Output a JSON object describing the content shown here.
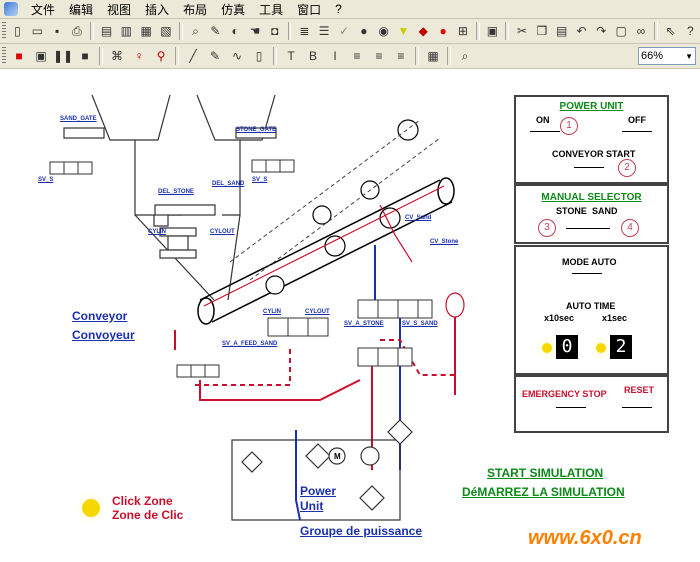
{
  "menu": [
    "文件",
    "编辑",
    "视图",
    "插入",
    "布局",
    "仿真",
    "工具",
    "窗口",
    "?"
  ],
  "toolbar": {
    "zoom": "66%"
  },
  "diagram": {
    "labels": {
      "sand_gate": "SAND_GATE",
      "stone_gate": "STONE_GATE",
      "sv_s": "SV_S",
      "sv_s2": "SV_S",
      "del_stone": "DEL_STONE",
      "del_sand": "DEL_SAND",
      "cylin": "CYLIN",
      "cylout": "CYLOUT",
      "cv_sand": "CV_Sand",
      "cv_stone": "CV_Stone",
      "sv_a_stone": "SV_A_STONE",
      "sv_s_sand": "SV_S_SAND",
      "sv_a_feed": "SV_A_FEED_SAND",
      "cylin2": "CYLIN",
      "cylout2": "CYLOUT"
    },
    "conveyor_en": "Conveyor",
    "conveyor_fr": "Convoyeur",
    "power_unit": [
      "Power",
      "Unit"
    ],
    "groupe": "Groupe de puissance",
    "click_zone_en": "Click Zone",
    "click_zone_fr": "Zone de Clic",
    "start_sim_en": "START SIMULATION",
    "start_sim_fr": "DéMARREZ LA SIMULATION",
    "watermark": "www.6x0.cn"
  },
  "panels": {
    "power": {
      "title": "POWER UNIT",
      "on": "ON",
      "off": "OFF",
      "conveyor_start": "CONVEYOR START",
      "n1": "1",
      "n2": "2"
    },
    "manual": {
      "title": "MANUAL SELECTOR",
      "stone": "STONE",
      "sand": "SAND",
      "n3": "3",
      "n4": "4"
    },
    "mode": {
      "title": "MODE AUTO",
      "auto_time": "AUTO TIME",
      "x10": "x10sec",
      "x1": "x1sec",
      "d1": "0",
      "d2": "2"
    },
    "emergency": {
      "stop": "EMERGENCY STOP",
      "reset": "RESET"
    }
  },
  "colors": {
    "red": "#c8102e",
    "blue": "#1a2fb0",
    "green": "#0d8a1a",
    "watermark": "#ff8000"
  }
}
